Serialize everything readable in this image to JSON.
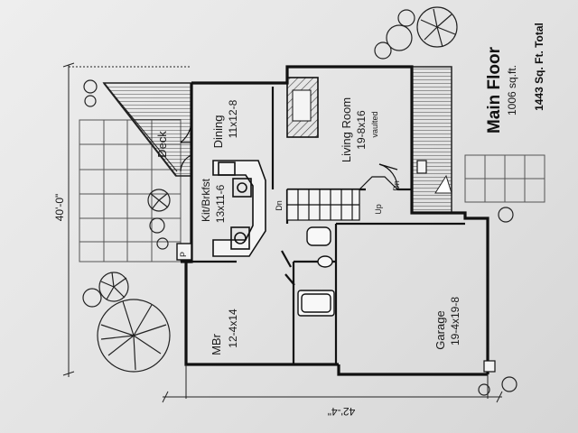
{
  "title": {
    "name": "Main Floor",
    "floor_area": "1006 sq.ft.",
    "total_area": "1443 Sq. Ft. Total"
  },
  "dimensions": {
    "depth": "40'-0\"",
    "width": "42'-4\""
  },
  "rooms": {
    "deck": "Deck",
    "dining_name": "Dining",
    "dining_size": "11x12-8",
    "kitchen_name": "Kit/Brkfst",
    "kitchen_size": "13x11-6",
    "living_name": "Living Room",
    "living_size": "19-8x16",
    "living_note": "vaulted",
    "master_name": "MBr",
    "master_size": "12-4x14",
    "garage_name": "Garage",
    "garage_size": "19-4x19-8"
  },
  "stair_labels": {
    "dn_kitchen": "Dn",
    "dn_entry": "Dn",
    "up": "Up"
  },
  "pantry": "P"
}
